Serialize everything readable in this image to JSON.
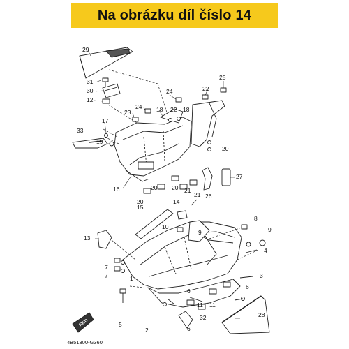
{
  "header": {
    "title": "Na obrázku díl číslo 14"
  },
  "diagram": {
    "code": "4B51300-G360",
    "fwd": "FWD",
    "labels": [
      {
        "id": "l1",
        "text": "1"
      },
      {
        "id": "l2",
        "text": "2"
      },
      {
        "id": "l3",
        "text": "3"
      },
      {
        "id": "l4",
        "text": "4"
      },
      {
        "id": "l5",
        "text": "5"
      },
      {
        "id": "l6a",
        "text": "6"
      },
      {
        "id": "l6b",
        "text": "6"
      },
      {
        "id": "l6c",
        "text": "6"
      },
      {
        "id": "l7a",
        "text": "7"
      },
      {
        "id": "l7b",
        "text": "7"
      },
      {
        "id": "l8",
        "text": "8"
      },
      {
        "id": "l9a",
        "text": "9"
      },
      {
        "id": "l9b",
        "text": "9"
      },
      {
        "id": "l10",
        "text": "10"
      },
      {
        "id": "l11a",
        "text": "11"
      },
      {
        "id": "l11b",
        "text": "11"
      },
      {
        "id": "l12",
        "text": "12"
      },
      {
        "id": "l13",
        "text": "13"
      },
      {
        "id": "l14",
        "text": "14"
      },
      {
        "id": "l15",
        "text": "15"
      },
      {
        "id": "l16",
        "text": "16"
      },
      {
        "id": "l17",
        "text": "17"
      },
      {
        "id": "l18a",
        "text": "18"
      },
      {
        "id": "l18b",
        "text": "18"
      },
      {
        "id": "l19",
        "text": "19"
      },
      {
        "id": "l20a",
        "text": "20"
      },
      {
        "id": "l20b",
        "text": "20"
      },
      {
        "id": "l20c",
        "text": "20"
      },
      {
        "id": "l20d",
        "text": "20"
      },
      {
        "id": "l21a",
        "text": "21"
      },
      {
        "id": "l21b",
        "text": "21"
      },
      {
        "id": "l22a",
        "text": "22"
      },
      {
        "id": "l22b",
        "text": "22"
      },
      {
        "id": "l23",
        "text": "23"
      },
      {
        "id": "l24a",
        "text": "24"
      },
      {
        "id": "l24b",
        "text": "24"
      },
      {
        "id": "l25",
        "text": "25"
      },
      {
        "id": "l26",
        "text": "26"
      },
      {
        "id": "l27",
        "text": "27"
      },
      {
        "id": "l28",
        "text": "28"
      },
      {
        "id": "l29",
        "text": "29"
      },
      {
        "id": "l30",
        "text": "30"
      },
      {
        "id": "l31",
        "text": "31"
      },
      {
        "id": "l32",
        "text": "32"
      },
      {
        "id": "l33",
        "text": "33"
      }
    ]
  }
}
